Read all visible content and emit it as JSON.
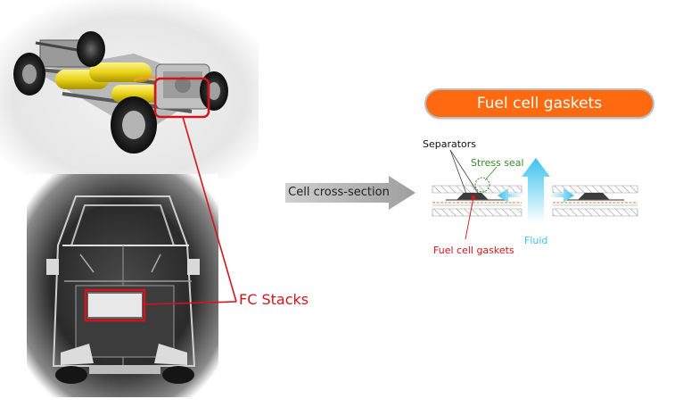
{
  "diagram": {
    "title": "Fuel cell gaskets",
    "arrow_label": "Cell cross-section",
    "callout_label": "FC Stacks",
    "parts": {
      "separators": "Separators",
      "stress_seal": "Stress seal",
      "gaskets": "Fuel cell gaskets",
      "fluid": "Fluid"
    },
    "images": {
      "top": "car-chassis-photo",
      "bottom": "car-body-frame-photo"
    }
  },
  "colors": {
    "title_bg": "#ff6a10",
    "callout": "#d4141c",
    "fluid": "#3cc2ee",
    "stress_seal": "#3a8a2a",
    "gasket": "#d4141c"
  }
}
